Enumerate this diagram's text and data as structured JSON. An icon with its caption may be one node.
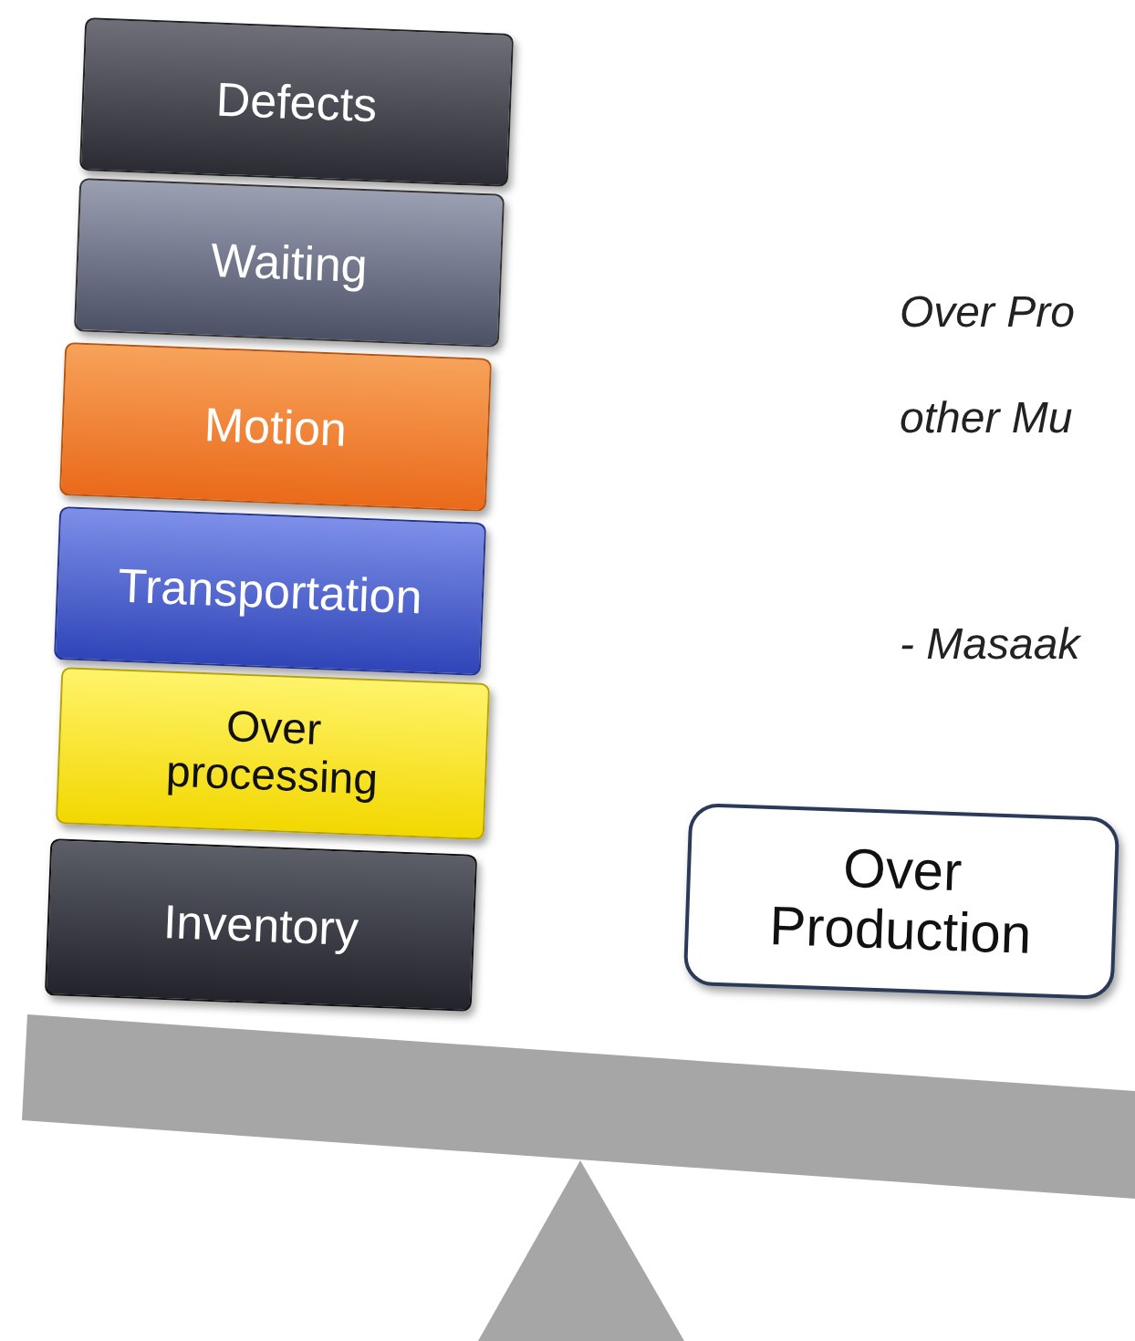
{
  "diagram": {
    "nodes": [
      {
        "text": [
          "Defects"
        ]
      },
      {
        "text": [
          "Waiting"
        ]
      },
      {
        "text": [
          "Motion"
        ]
      },
      {
        "text": [
          "Transportation"
        ]
      },
      {
        "text": [
          "Over processing"
        ]
      },
      {
        "text": [
          "Inventory"
        ]
      },
      {
        "text": [
          "Over Production"
        ]
      }
    ],
    "labels": [
      "Over Pro",
      "other Mu",
      "- Masaak"
    ]
  }
}
